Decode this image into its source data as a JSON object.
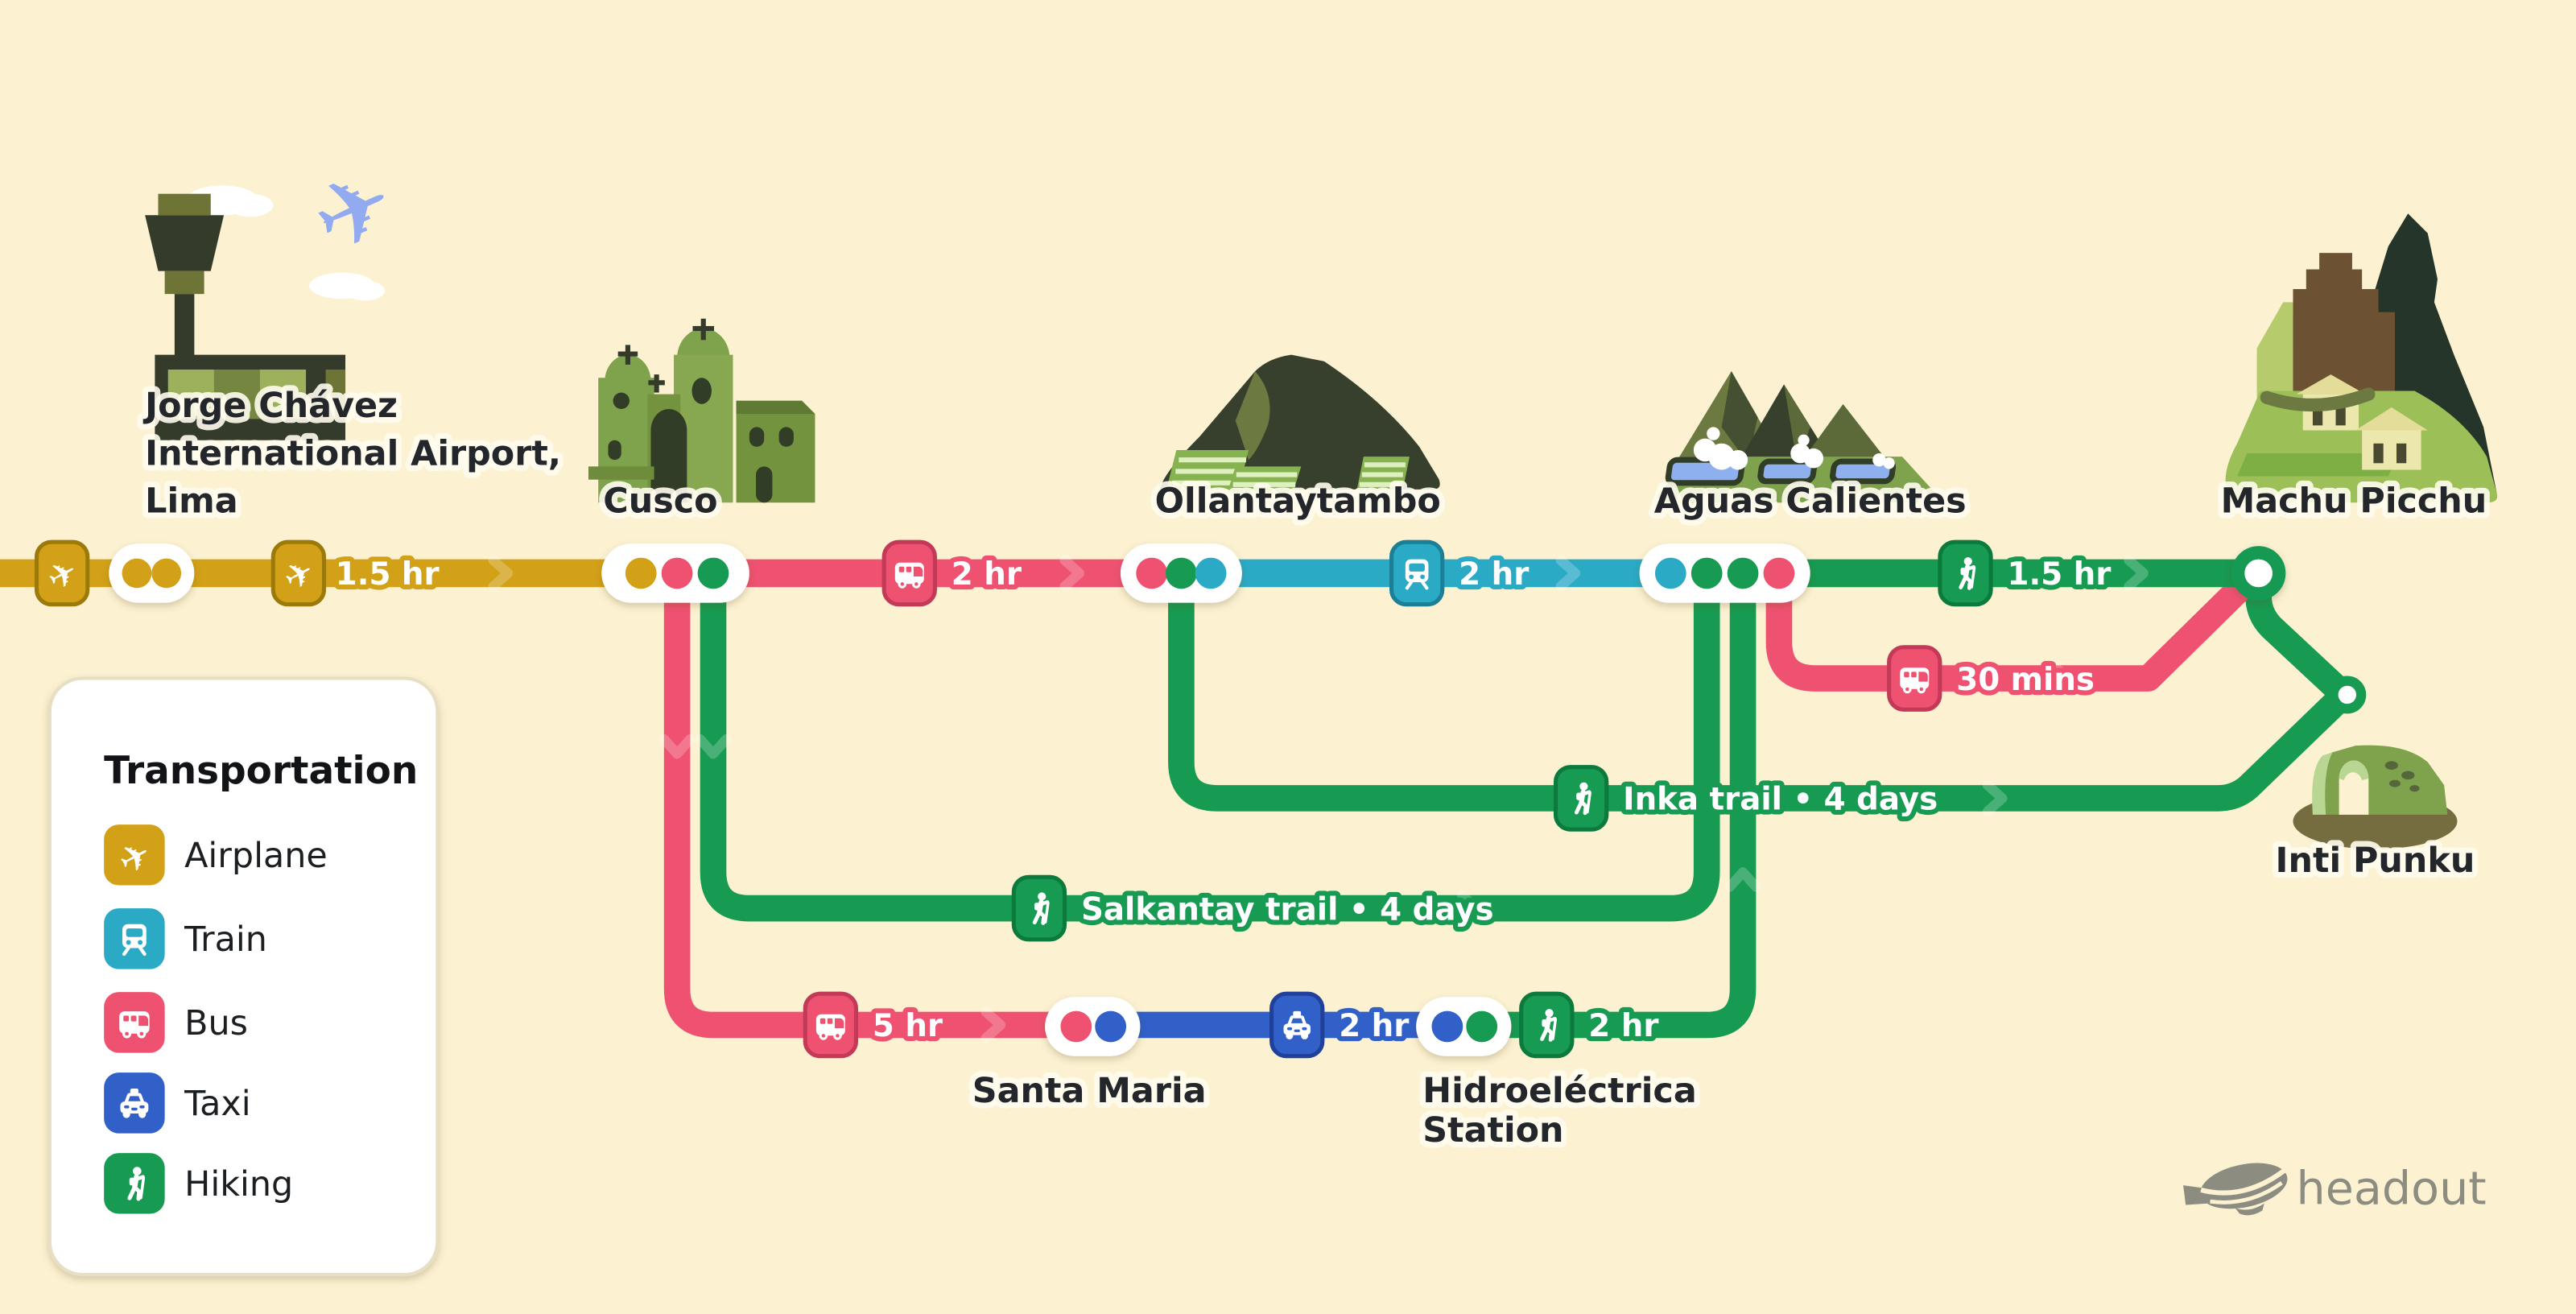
{
  "colors": {
    "background": "#fcf2d2",
    "airplane_line": "#d2a118",
    "airplane_dark": "#9c7a0a",
    "bus_line": "#ef5271",
    "bus_dark": "#c23a58",
    "train_line": "#2baac6",
    "train_dark": "#1b7f97",
    "hiking_line": "#179a52",
    "hiking_dark": "#0b7a3c",
    "taxi_line": "#3060c8",
    "taxi_dark": "#20409a",
    "ink": "#23262a",
    "logo_gray": "#8c8c80",
    "white": "#ffffff"
  },
  "stations": {
    "airport": {
      "lines": [
        "Jorge Chávez",
        "International Airport,",
        "Lima"
      ]
    },
    "cusco": {
      "label": "Cusco"
    },
    "ollantaytambo": {
      "label": "Ollantaytambo"
    },
    "aguas_calientes": {
      "label": "Aguas Calientes"
    },
    "machu_picchu": {
      "label": "Machu Picchu"
    },
    "inti_punku": {
      "label": "Inti Punku"
    },
    "santa_maria": {
      "label": "Santa Maria"
    },
    "hidroelectrica": {
      "lines": [
        "Hidroeléctrica",
        "Station"
      ]
    }
  },
  "segments": {
    "lima_cusco_plane": {
      "mode": "airplane",
      "duration": "1.5 hr"
    },
    "cusco_ollantaytambo_bus": {
      "mode": "bus",
      "duration": "2 hr"
    },
    "ollantaytambo_aguas_train": {
      "mode": "train",
      "duration": "2 hr"
    },
    "aguas_machu_hike": {
      "mode": "hiking",
      "duration": "1.5 hr"
    },
    "machu_aguas_bus": {
      "mode": "bus",
      "duration": "30 mins"
    },
    "inka_trail_hike": {
      "mode": "hiking",
      "duration": "Inka trail • 4 days"
    },
    "salkantay_trail_hike": {
      "mode": "hiking",
      "duration": "Salkantay trail • 4 days"
    },
    "cusco_santamaria_bus": {
      "mode": "bus",
      "duration": "5 hr"
    },
    "santamaria_hidro_taxi": {
      "mode": "taxi",
      "duration": "2 hr"
    },
    "hidro_aguas_hike": {
      "mode": "hiking",
      "duration": "2 hr"
    }
  },
  "legend": {
    "title": "Transportation",
    "items": [
      {
        "icon": "airplane-icon",
        "label": "Airplane",
        "color": "#d2a118"
      },
      {
        "icon": "train-icon",
        "label": "Train",
        "color": "#2baac6"
      },
      {
        "icon": "bus-icon",
        "label": "Bus",
        "color": "#ef5271"
      },
      {
        "icon": "taxi-icon",
        "label": "Taxi",
        "color": "#3060c8"
      },
      {
        "icon": "hiking-icon",
        "label": "Hiking",
        "color": "#179a52"
      }
    ]
  },
  "logo": {
    "text": "headout"
  }
}
